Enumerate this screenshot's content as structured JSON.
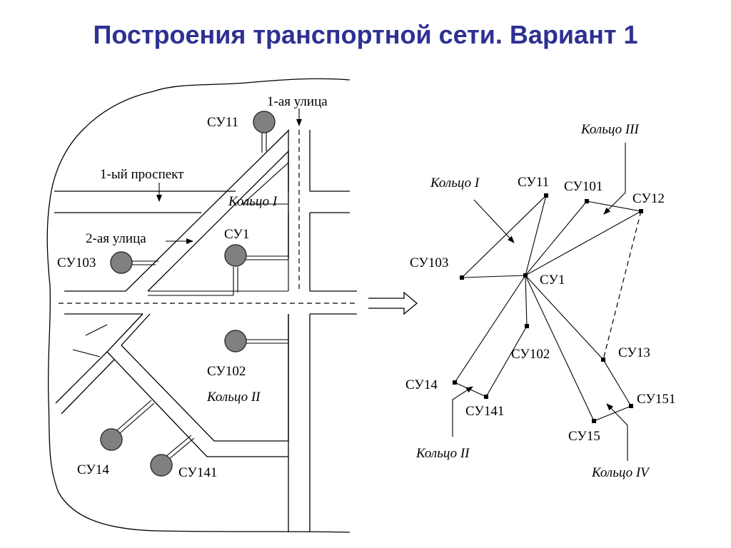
{
  "title": "Построения транспортной сети. Вариант 1",
  "colors": {
    "title": "#2e3192",
    "node_fill": "#808080"
  },
  "map": {
    "street_labels": {
      "first_street": "1-ая улица",
      "first_avenue": "1-ый проспект",
      "second_street": "2-ая улица"
    },
    "ring_labels": {
      "ring1": "Кольцо I",
      "ring2": "Кольцо II"
    },
    "nodes": {
      "su11": "СУ11",
      "su1": "СУ1",
      "su103": "СУ103",
      "su102": "СУ102",
      "su14": "СУ14",
      "su141": "СУ141"
    }
  },
  "network": {
    "nodes": {
      "su11": "СУ11",
      "su101": "СУ101",
      "su12": "СУ12",
      "su103": "СУ103",
      "su1": "СУ1",
      "su102": "СУ102",
      "su13": "СУ13",
      "su14": "СУ14",
      "su141": "СУ141",
      "su151": "СУ151",
      "su15": "СУ15"
    },
    "ring_labels": {
      "ring1": "Кольцо I",
      "ring2": "Кольцо II",
      "ring3": "Кольцо III",
      "ring4": "Кольцо IV"
    }
  }
}
